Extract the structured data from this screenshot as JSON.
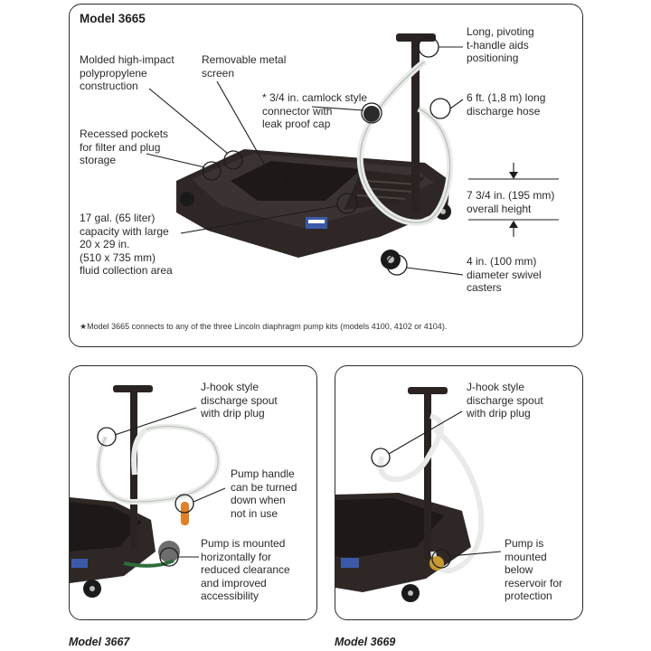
{
  "top": {
    "title": "Model 3665",
    "labels": {
      "molded": [
        "Molded high-impact",
        "polypropylene",
        "construction"
      ],
      "screen": [
        "Removable metal",
        "screen"
      ],
      "camlock": [
        "* 3/4 in. camlock style",
        "connector with",
        "leak proof cap"
      ],
      "thandle": [
        "Long, pivoting",
        "t-handle aids",
        "positioning"
      ],
      "hose": [
        "6 ft. (1,8 m) long",
        "discharge hose"
      ],
      "pockets": [
        "Recessed pockets",
        "for filter and plug",
        "storage"
      ],
      "height": [
        "7 3/4 in. (195 mm)",
        "overall height"
      ],
      "capacity": [
        "17 gal. (65 liter)",
        "capacity with large",
        "20 x 29 in.",
        "(510 x 735 mm)",
        "fluid collection area"
      ],
      "casters": [
        "4 in. (100 mm)",
        "diameter swivel",
        "casters"
      ]
    },
    "footnote": "★Model 3665 connects to any of the three Lincoln diaphragm pump kits (models 4100, 4102 or 4104)."
  },
  "left": {
    "labels": {
      "jhook": [
        "J-hook style",
        "discharge spout",
        "with drip plug"
      ],
      "pumphandle": [
        "Pump handle",
        "can be turned",
        "down when",
        "not in use"
      ],
      "mounted": [
        "Pump is mounted",
        "horizontally for",
        "reduced clearance",
        "and improved",
        "accessibility"
      ]
    },
    "caption": "Model 3667"
  },
  "right": {
    "labels": {
      "jhook": [
        "J-hook style",
        "discharge spout",
        "with drip plug"
      ],
      "mounted": [
        "Pump is",
        "mounted",
        "below",
        "reservoir for",
        "protection"
      ]
    },
    "caption": "Model 3669"
  }
}
